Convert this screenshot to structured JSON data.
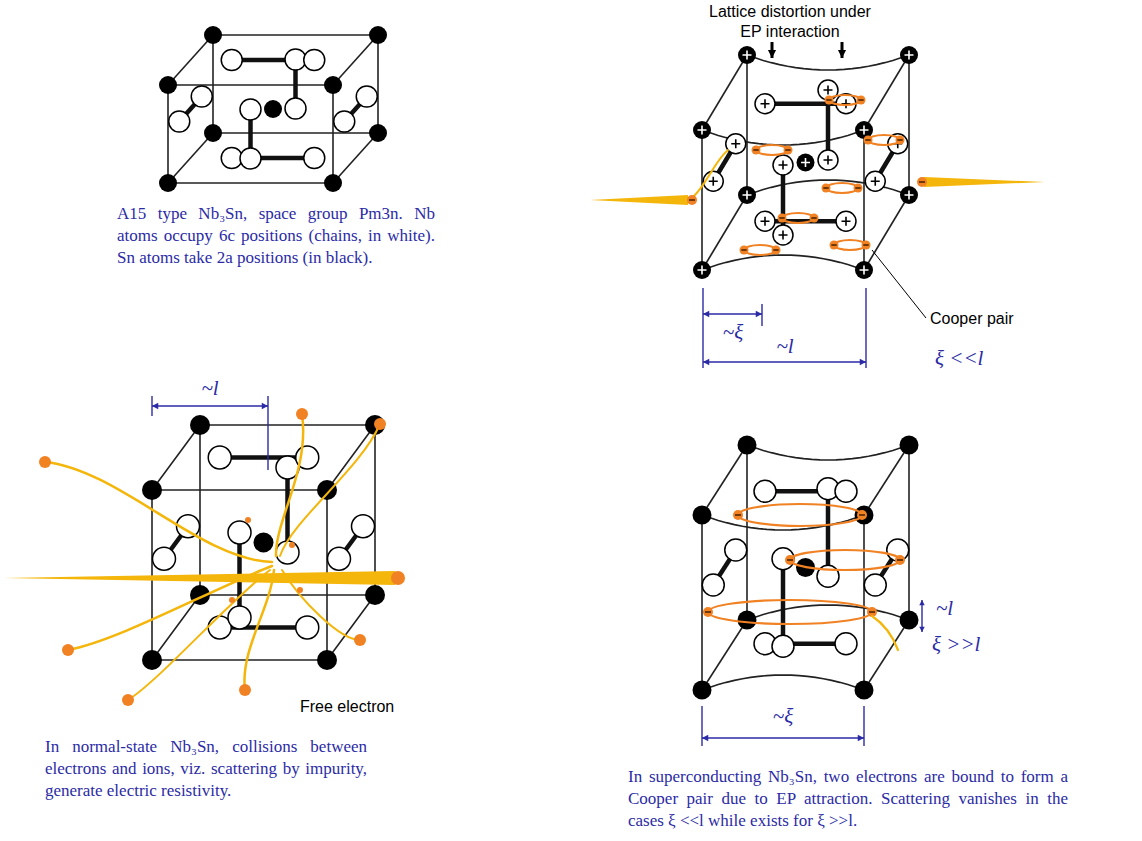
{
  "diagram": {
    "labels": [
      "Lattice distortion under EP interaction",
      "Cooper pair",
      "~ξ",
      "~l",
      "ξ <<l",
      "A15 type Nb₃Sn, space group Pm3n. Nb atoms occupy 6c positions (chains, in white). Sn atoms take 2a positions (in black).",
      "~l",
      "Free electron",
      "~l",
      "ξ >>l",
      "~ξ",
      "In normal-state Nb₃Sn, collisions between electrons and ions, viz. scattering by impurity, generate electric resistivity.",
      "In superconducting Nb₃Sn, two electrons are bound to form a Cooper pair due to EP attraction. Scattering vanishes in the cases ξ <<l while exists for ξ >>l."
    ]
  }
}
